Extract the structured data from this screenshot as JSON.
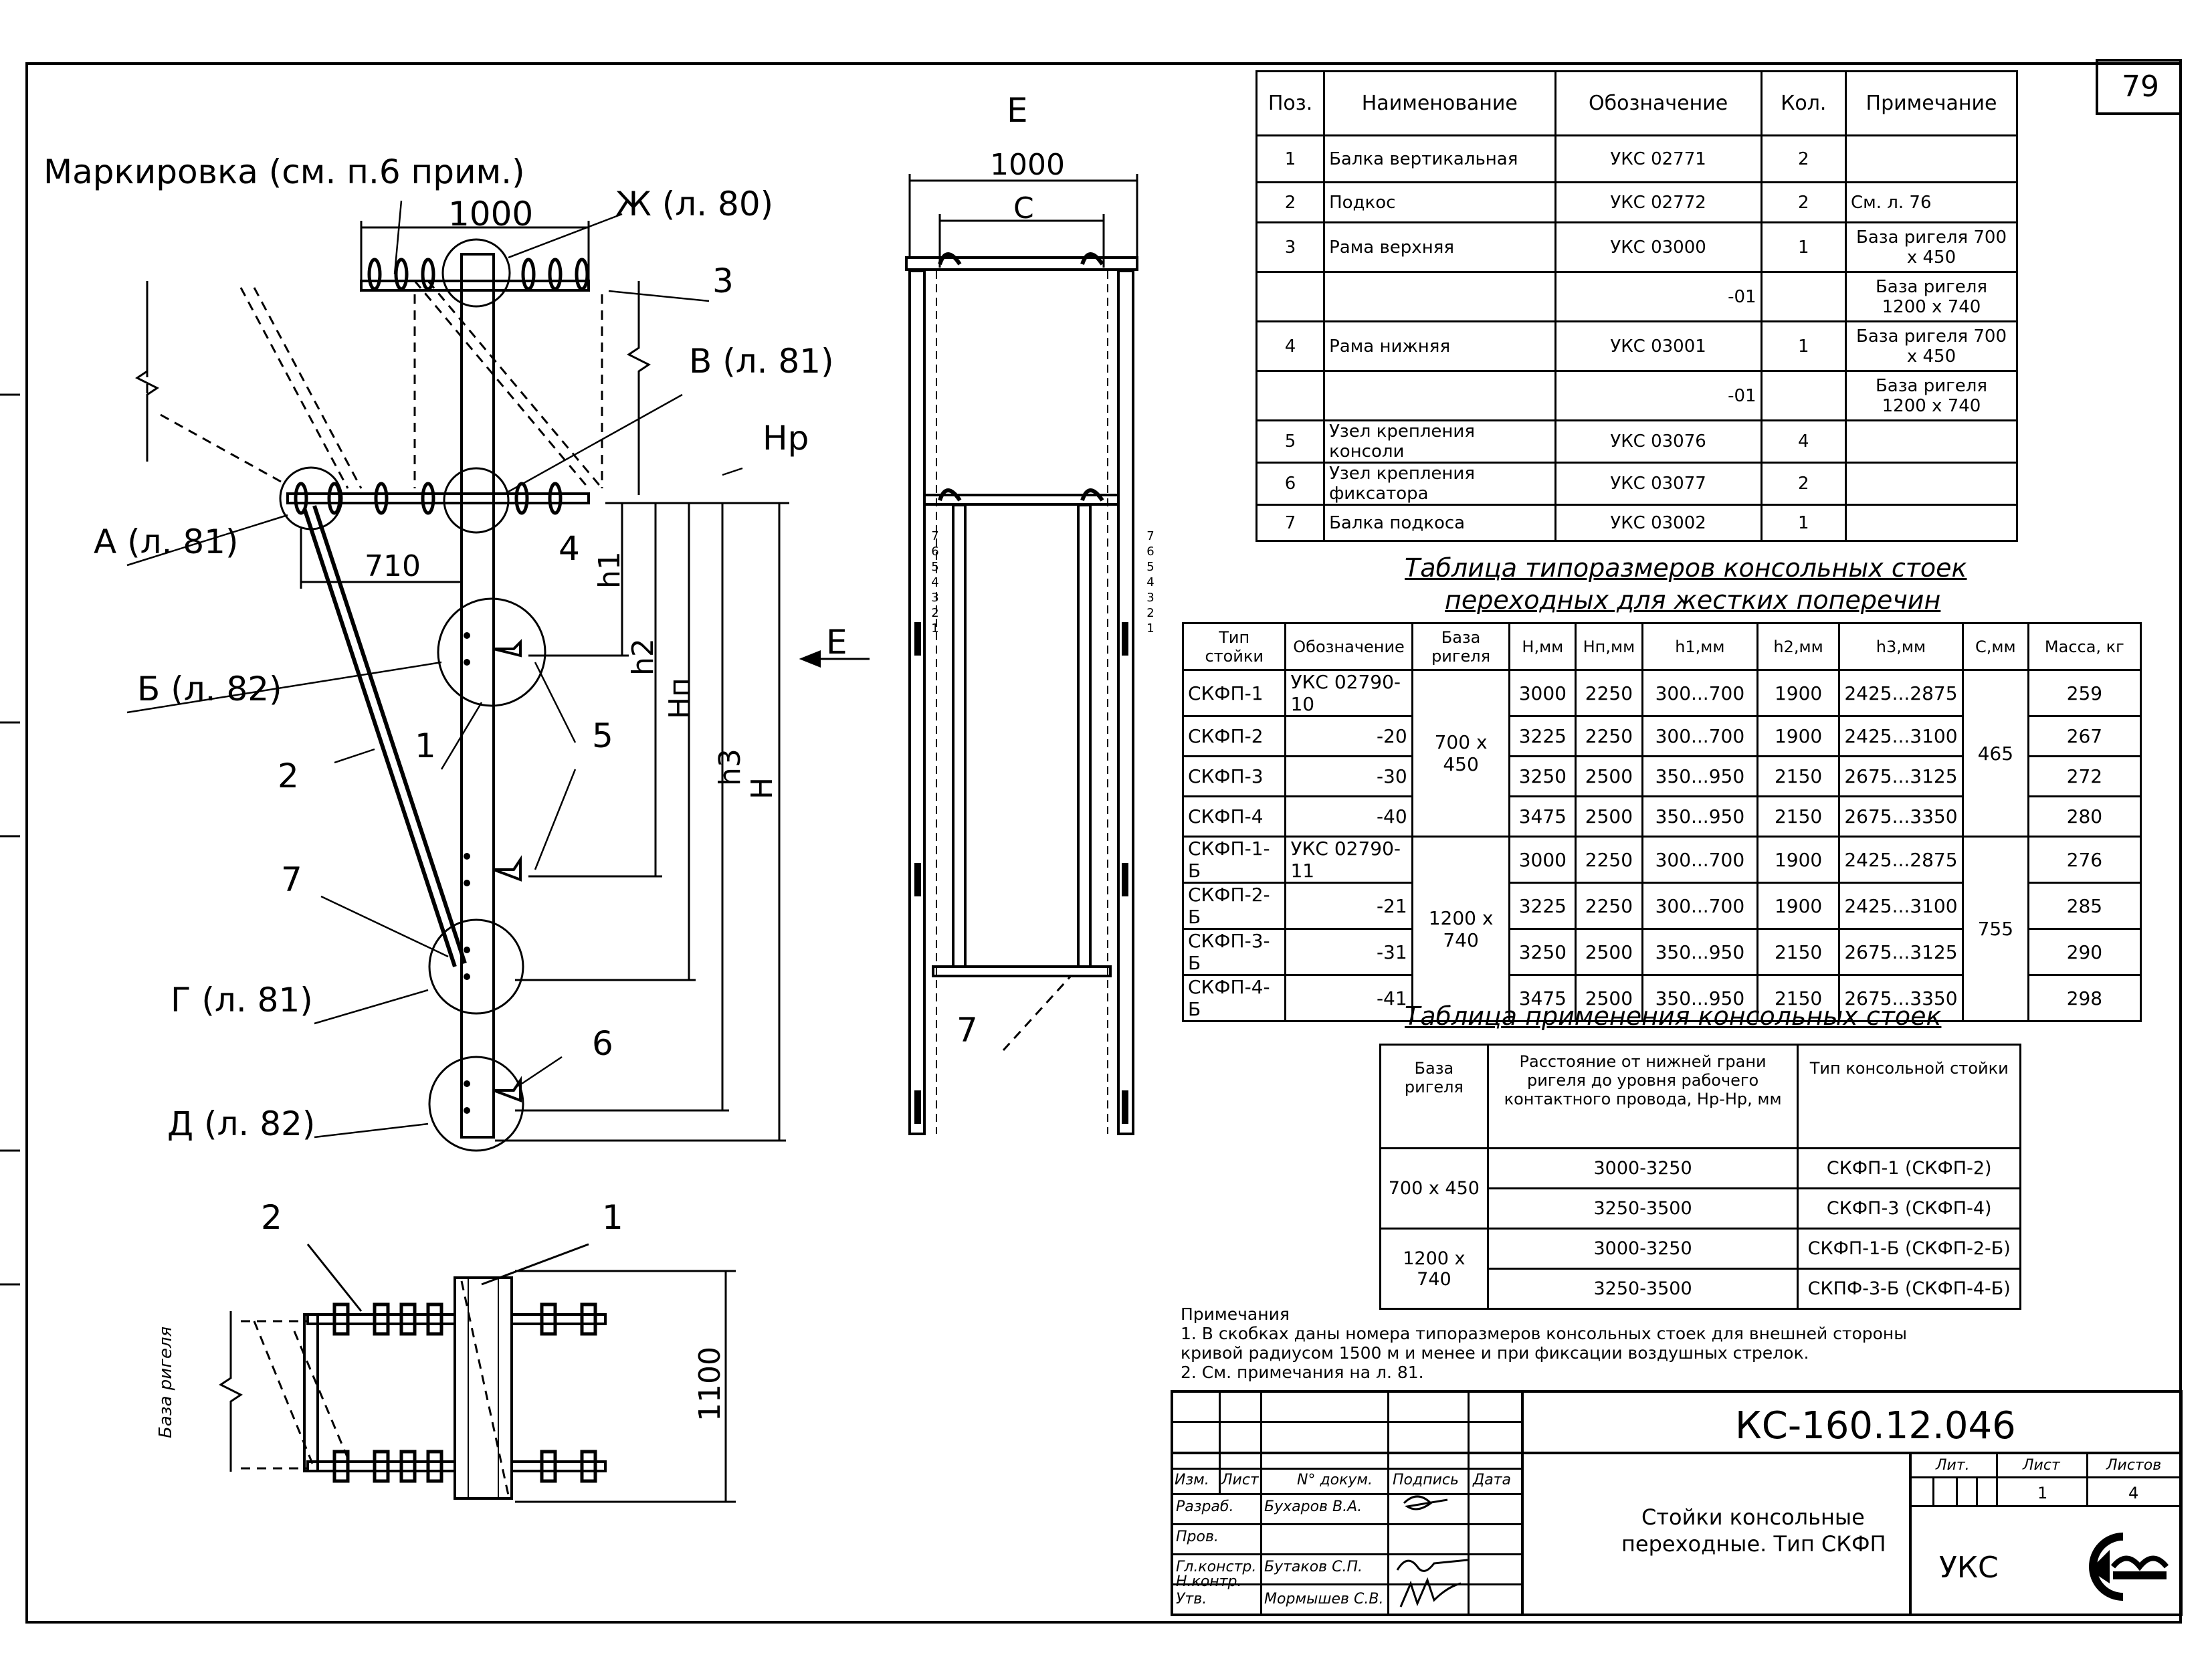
{
  "sheet": {
    "number": "79"
  },
  "front_view": {
    "marking_label": "Маркировка (см. п.6 прим.)",
    "width_dim": "1000",
    "callout_zh": "Ж (л. 80)",
    "callout_v": "В (л. 81)",
    "callout_a": "А (л. 81)",
    "callout_b": "Б (л. 82)",
    "callout_g": "Г (л. 81)",
    "callout_d": "Д (л. 82)",
    "dim_710": "710",
    "hp_label": "Нр",
    "h1": "h1",
    "h2": "h2",
    "hn": "Нп",
    "h3": "h3",
    "H": "Н",
    "pos": {
      "p1": "1",
      "p2": "2",
      "p3": "3",
      "p4": "4",
      "p5": "5",
      "p6": "6",
      "p7": "7"
    }
  },
  "side_view": {
    "title": "Е",
    "arrow_label": "Е",
    "width_dim": "1000",
    "c_dim": "C",
    "pos7": "7",
    "scale_left": [
      "7",
      "6",
      "5",
      "4",
      "3",
      "2",
      "1"
    ],
    "scale_right": [
      "7",
      "6",
      "5",
      "4",
      "3",
      "2",
      "1"
    ]
  },
  "plan_view": {
    "pos2": "2",
    "pos1": "1",
    "dim_1100": "1100",
    "base_label": "База ригеля"
  },
  "spec_table": {
    "headers": [
      "Поз.",
      "Наименование",
      "Обозначение",
      "Кол.",
      "Примечание"
    ],
    "rows": [
      [
        "1",
        "Балка вертикальная",
        "УКС 02771",
        "2",
        ""
      ],
      [
        "2",
        "Подкос",
        "УКС 02772",
        "2",
        "См. л. 76"
      ],
      [
        "3",
        "Рама верхняя",
        "УКС 03000",
        "1",
        "База ригеля 700 х 450"
      ],
      [
        "",
        "",
        "-01",
        "",
        "База ригеля 1200 х 740"
      ],
      [
        "4",
        "Рама нижняя",
        "УКС 03001",
        "1",
        "База ригеля 700 х 450"
      ],
      [
        "",
        "",
        "-01",
        "",
        "База ригеля 1200 х 740"
      ],
      [
        "5",
        "Узел крепления консоли",
        "УКС 03076",
        "4",
        ""
      ],
      [
        "6",
        "Узел крепления фиксатора",
        "УКС 03077",
        "2",
        ""
      ],
      [
        "7",
        "Балка подкоса",
        "УКС 03002",
        "1",
        ""
      ]
    ]
  },
  "sizes_table": {
    "title_line1": "Таблица типоразмеров консольных стоек",
    "title_line2": "переходных для жестких поперечин",
    "headers": [
      "Тип стойки",
      "Обозначение",
      "База ригеля",
      "Н,мм",
      "Нп,мм",
      "h1,мм",
      "h2,мм",
      "h3,мм",
      "С,мм",
      "Масса, кг"
    ],
    "rows": [
      [
        "СКФП-1",
        "УКС 02790-10",
        "700 х 450",
        "3000",
        "2250",
        "300...700",
        "1900",
        "2425...2875",
        "465",
        "259"
      ],
      [
        "СКФП-2",
        "-20",
        "",
        "3225",
        "2250",
        "300...700",
        "1900",
        "2425...3100",
        "",
        "267"
      ],
      [
        "СКФП-3",
        "-30",
        "",
        "3250",
        "2500",
        "350...950",
        "2150",
        "2675...3125",
        "",
        "272"
      ],
      [
        "СКФП-4",
        "-40",
        "",
        "3475",
        "2500",
        "350...950",
        "2150",
        "2675...3350",
        "",
        "280"
      ],
      [
        "СКФП-1-Б",
        "УКС 02790-11",
        "1200 х 740",
        "3000",
        "2250",
        "300...700",
        "1900",
        "2425...2875",
        "755",
        "276"
      ],
      [
        "СКФП-2-Б",
        "-21",
        "",
        "3225",
        "2250",
        "300...700",
        "1900",
        "2425...3100",
        "",
        "285"
      ],
      [
        "СКФП-3-Б",
        "-31",
        "",
        "3250",
        "2500",
        "350...950",
        "2150",
        "2675...3125",
        "",
        "290"
      ],
      [
        "СКФП-4-Б",
        "-41",
        "",
        "3475",
        "2500",
        "350...950",
        "2150",
        "2675...3350",
        "",
        "298"
      ]
    ]
  },
  "apply_table": {
    "title": "Таблица применения консольных стоек",
    "headers": [
      "База ригеля",
      "Расстояние от нижней грани ригеля до уровня рабочего контактного провода, Нр-Нр, мм",
      "Тип консольной стойки"
    ],
    "rows": [
      [
        "700 х 450",
        "3000-3250",
        "СКФП-1 (СКФП-2)"
      ],
      [
        "",
        "3250-3500",
        "СКФП-3 (СКФП-4)"
      ],
      [
        "1200 х 740",
        "3000-3250",
        "СКФП-1-Б (СКФП-2-Б)"
      ],
      [
        "",
        "3250-3500",
        "СКПФ-3-Б (СКФП-4-Б)"
      ]
    ]
  },
  "notes": {
    "title": "Примечания",
    "lines": [
      "1. В скобках даны номера типоразмеров консольных стоек для внешней стороны",
      "кривой радиусом 1500 м и менее и при фиксации воздушных стрелок.",
      "2. См. примечания на л. 81."
    ]
  },
  "stamp": {
    "code": "КС-160.12.046",
    "col_headers": [
      "Изм.",
      "Лист",
      "N° докум.",
      "Подпись",
      "Дата"
    ],
    "roles": [
      {
        "role": "Разраб.",
        "name": "Бухаров В.А."
      },
      {
        "role": "Пров.",
        "name": ""
      },
      {
        "role": "Гл.констр.",
        "name": "Бутаков С.П."
      },
      {
        "role": "Н.контр.",
        "name": ""
      },
      {
        "role": "Утв.",
        "name": "Мормышев С.В."
      }
    ],
    "title_line1": "Стойки консольные",
    "title_line2": "переходные. Тип СКФП",
    "lit_label": "Лит.",
    "sheet_label": "Лист",
    "sheets_label": "Листов",
    "sheet_value": "1",
    "sheets_value": "4",
    "org": "УКС"
  }
}
